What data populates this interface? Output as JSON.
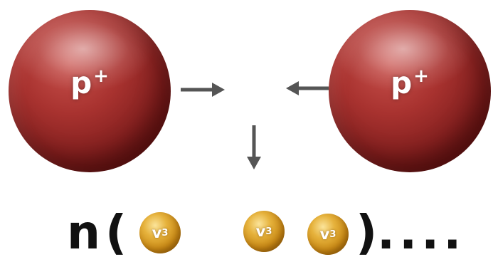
{
  "protons": [
    {
      "label": "p",
      "charge": "+"
    },
    {
      "label": "p",
      "charge": "+"
    }
  ],
  "equation": {
    "prefix": "n",
    "open_paren": "(",
    "close_paren": ")",
    "trailing": "...."
  },
  "neutrinos": [
    {
      "label": "v",
      "subscript": "3"
    },
    {
      "label": "v",
      "subscript": "3"
    },
    {
      "label": "v",
      "subscript": "3"
    }
  ],
  "colors": {
    "proton": "#a8322f",
    "neutrino": "#d99a22",
    "arrow": "#555555",
    "text": "#111111"
  }
}
